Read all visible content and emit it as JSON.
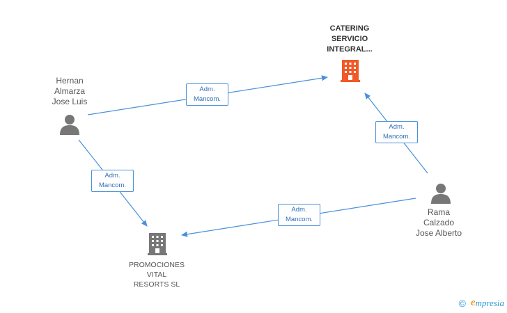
{
  "nodes": {
    "catering": {
      "label": "CATERING\nSERVICIO\nINTEGRAL...",
      "type": "company",
      "color": "#f05a28"
    },
    "promociones": {
      "label": "PROMOCIONES\nVITAL\nRESORTS SL",
      "type": "company",
      "color": "#777777"
    },
    "hernan": {
      "label": "Hernan\nAlmarza\nJose Luis",
      "type": "person",
      "color": "#777777"
    },
    "rama": {
      "label": "Rama\nCalzado\nJose Alberto",
      "type": "person",
      "color": "#777777"
    }
  },
  "edges": [
    {
      "from": "hernan",
      "to": "catering",
      "label_line1": "Adm.",
      "label_line2": "Mancom."
    },
    {
      "from": "hernan",
      "to": "promociones",
      "label_line1": "Adm.",
      "label_line2": "Mancom."
    },
    {
      "from": "rama",
      "to": "catering",
      "label_line1": "Adm.",
      "label_line2": "Mancom."
    },
    {
      "from": "rama",
      "to": "promociones",
      "label_line1": "Adm.",
      "label_line2": "Mancom."
    }
  ],
  "colors": {
    "edge": "#4a90d9"
  },
  "footer": {
    "copyright": "©",
    "brand_initial": "e",
    "brand_rest": "mpresia"
  }
}
